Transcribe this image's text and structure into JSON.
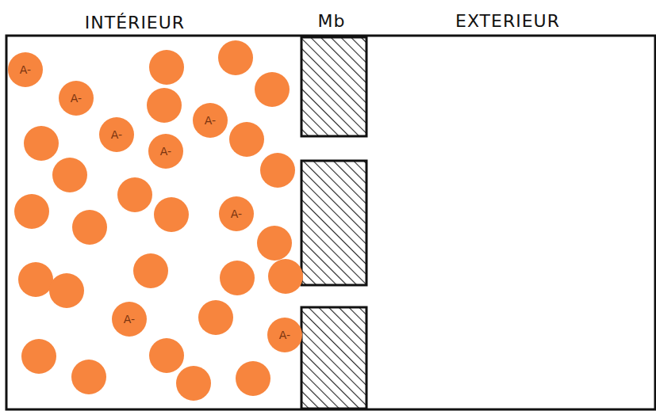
{
  "diagram": {
    "nodes": [
      {
        "text": [
          "A-"
        ]
      },
      {
        "text": [
          "A-"
        ]
      },
      {
        "text": [
          "A-"
        ]
      },
      {
        "text": [
          "A-"
        ]
      },
      {
        "text": [
          "A-"
        ]
      },
      {
        "text": [
          "A-"
        ]
      },
      {
        "text": [
          "A-"
        ]
      },
      {
        "text": [
          "A-"
        ]
      }
    ],
    "labels": [
      "INTÉRIEUR",
      "Mb",
      "EXTERIEUR"
    ]
  }
}
